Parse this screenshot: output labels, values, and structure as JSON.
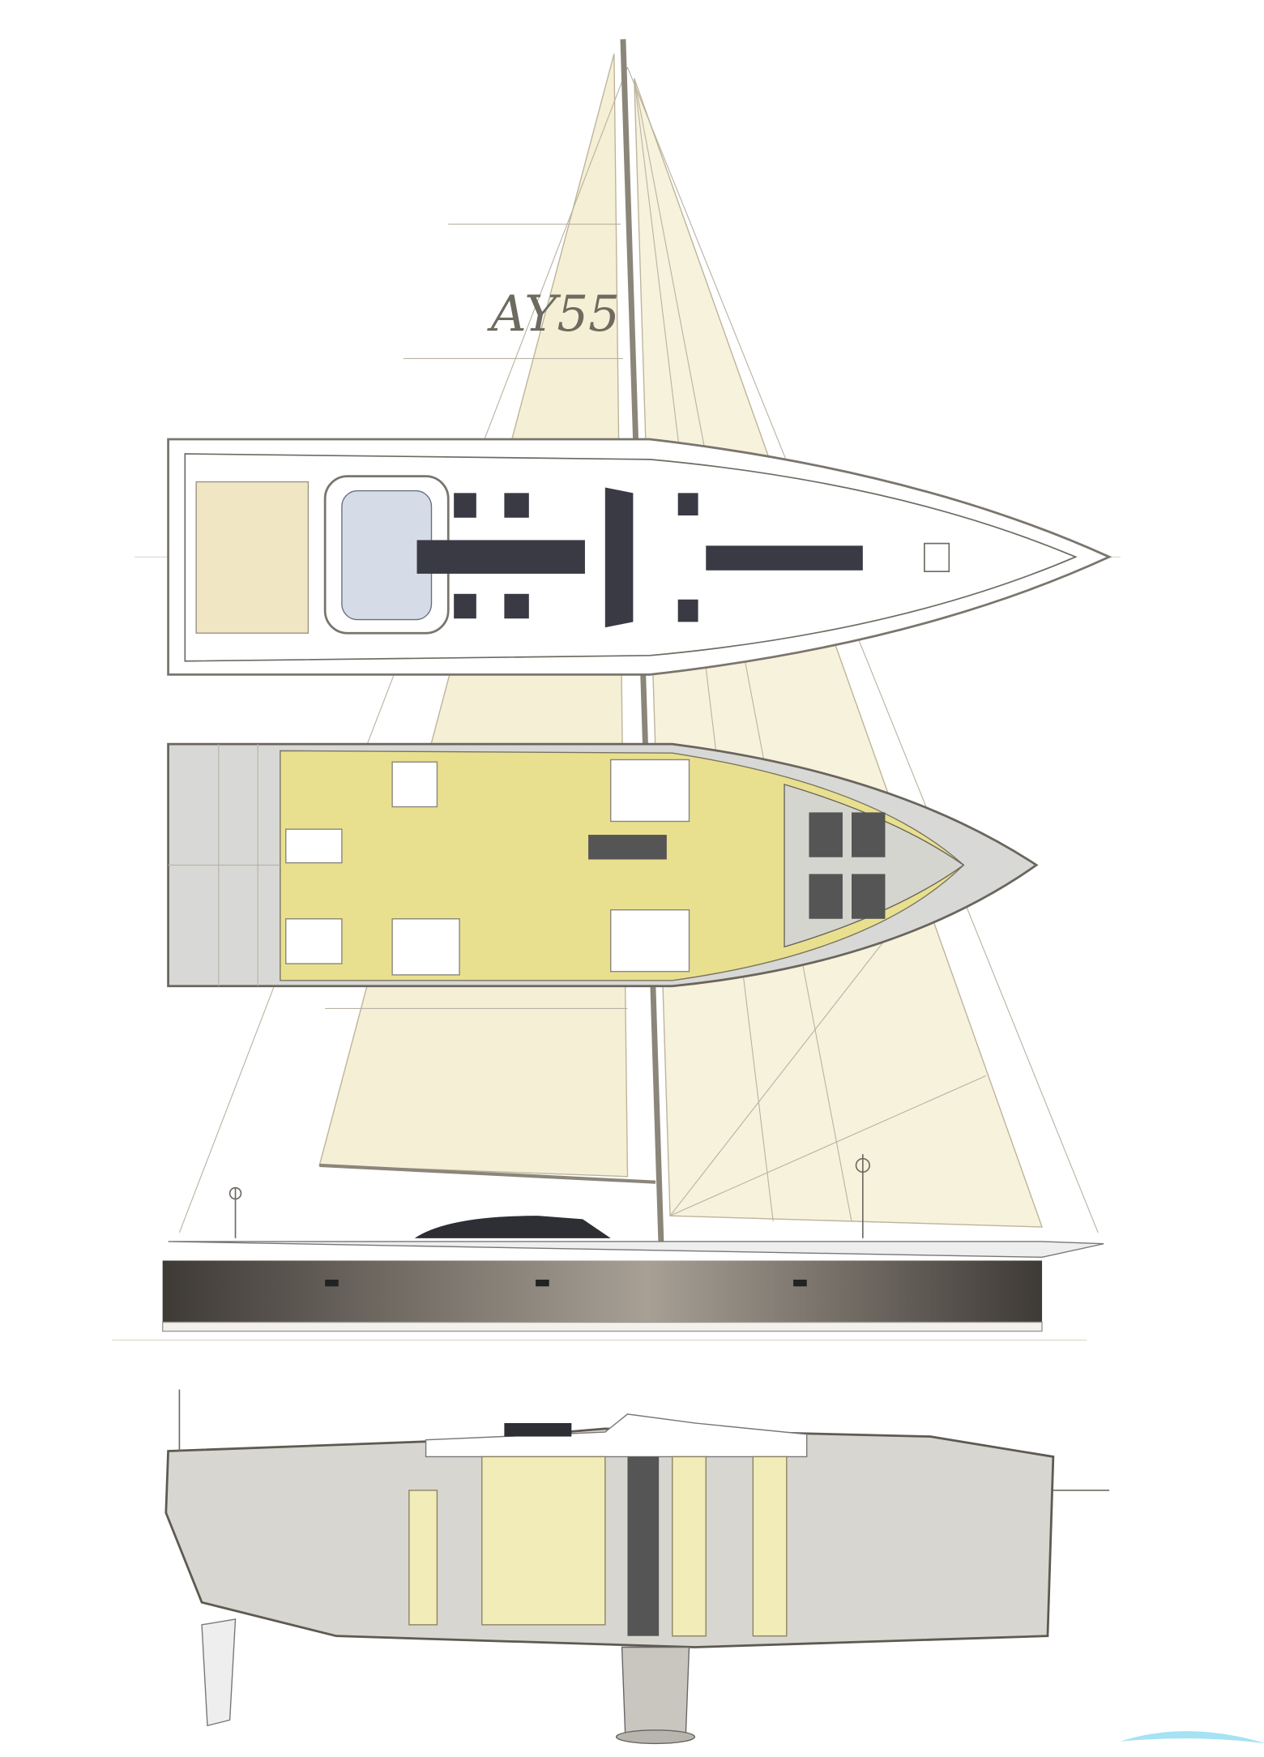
{
  "drawing": {
    "sail_marking": "AY55",
    "views": [
      "sail-plan",
      "deck-plan",
      "interior-layout",
      "profile",
      "section"
    ]
  },
  "colors": {
    "sail": "#f5efd5",
    "interior_wood": "#e8df8a",
    "hull": "#4a4540",
    "deck": "#ffffff",
    "stern_grey": "#cfcfcf",
    "watermark": "#7fd6ee"
  }
}
